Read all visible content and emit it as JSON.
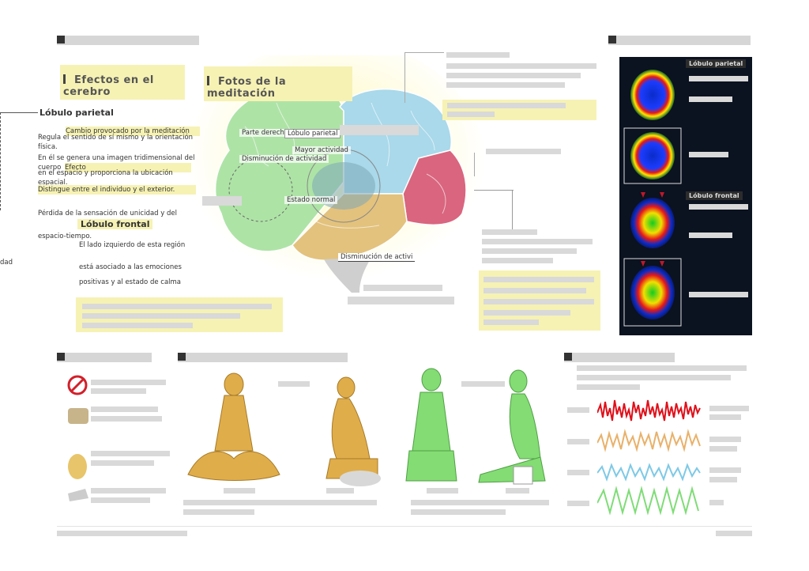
{
  "sections": {
    "brain_effects_title": "Efectos en el cerebro",
    "meditation_photos_title": "Fotos de la meditación"
  },
  "parietal": {
    "title": "Lóbulo parietal",
    "change_caption": "Cambio provocado por la meditación",
    "desc1": "Regula el sentido de sí mismo y la orientación física.",
    "desc2": "En él se genera una imagen tridimensional del cuerpo",
    "desc3": "en el espacio y proporciona la ubicación espacial.",
    "effect_label": "Efecto",
    "desc4": "Distingue entre el individuo y el exterior.",
    "desc5": "Pérdida de la sensación de unicidad y del",
    "desc6": "espacio-tiempo."
  },
  "frontal": {
    "title": "Lóbulo frontal",
    "desc1": "El lado izquierdo de esta región",
    "desc2": "está asociado a las emociones",
    "desc3": "positivas y al estado de calma"
  },
  "brain_labels": {
    "right_side": "Parte derecha",
    "parietal_lobe": "Lóbulo parietal",
    "more_activity": "Mayor actividad",
    "less_activity": "Disminución de actividad",
    "normal_state": "Estado normal",
    "less_activity_short": "Disminución de activi"
  },
  "scans": {
    "parietal_label": "Lóbulo parietal",
    "frontal_label": "Lóbulo frontal"
  },
  "left_edge_fragment": "dad",
  "colors": {
    "parietal": "#a9d9ea",
    "frontal": "#aee3a6",
    "temporal": "#e3c27d",
    "occipital": "#d9657e",
    "cerebellum": "#bdbdbd",
    "highlight": "#f6f2b4",
    "figure_orange": "#e0ad4b",
    "figure_green": "#84dc74",
    "wave_red": "#e0101a",
    "wave_orange": "#e8b16a",
    "wave_blue": "#7ec9e6",
    "wave_green": "#7fdc77"
  }
}
